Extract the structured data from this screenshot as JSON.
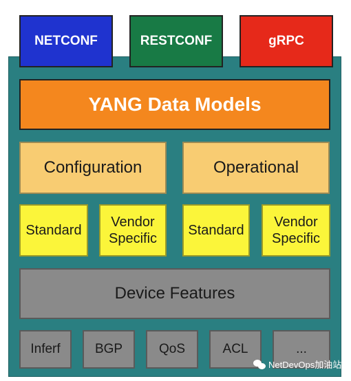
{
  "protocols": [
    "NETCONF",
    "RESTCONF",
    "gRPC"
  ],
  "colors": {
    "netconf": "#1f33cf",
    "restconf": "#187a45",
    "grpc": "#e6291a",
    "frame": "#2a7f81",
    "yang": "#f4871e",
    "category": "#f8cc72",
    "subcategory": "#fbf53a",
    "device": "#8a8a8a"
  },
  "yang_layer": "YANG Data Models",
  "categories": [
    "Configuration",
    "Operational"
  ],
  "subcategories": {
    "configuration": [
      "Standard",
      "Vendor Specific"
    ],
    "operational": [
      "Standard",
      "Vendor Specific"
    ]
  },
  "device_features": "Device Features",
  "features": [
    "Inferf",
    "BGP",
    "QoS",
    "ACL",
    "..."
  ],
  "watermark": "NetDevOps加油站"
}
